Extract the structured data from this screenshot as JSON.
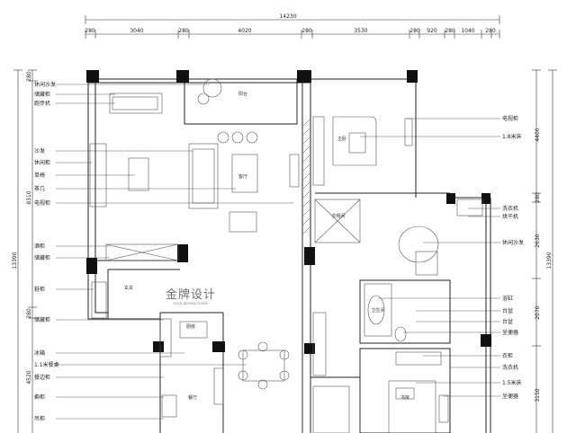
{
  "dimensions": {
    "top_total": "14230",
    "top_segments": [
      "280",
      "3040",
      "280",
      "4020",
      "280",
      "3530",
      "280",
      "920",
      "280",
      "1040",
      "280"
    ],
    "left_segments": [
      "280",
      "8310",
      "280",
      "4520"
    ],
    "left_total": "13390",
    "right_segments": [
      "4400",
      "280",
      "2630",
      "2070",
      "3150"
    ],
    "right_total": "13390"
  },
  "labels_left": [
    "休闲沙发",
    "储藏柜",
    "跑步机",
    "沙发",
    "休闲柜",
    "单椅",
    "茶几",
    "电视柜",
    "酒柜",
    "储藏柜",
    "鞋柜",
    "储藏柜",
    "冰箱",
    "1.1米餐桌",
    "餐边柜",
    "橱柜",
    "吊柜"
  ],
  "labels_right": [
    "电视柜",
    "1.8米床",
    "洗衣机",
    "烘干机",
    "休闲沙发",
    "浴缸",
    "台盆",
    "台盆",
    "坐便器",
    "衣柜",
    "洗衣机",
    "1.5米床",
    "坐便器"
  ],
  "rooms": [
    "阳台",
    "客厅",
    "主卧",
    "衣帽间",
    "卫生间",
    "玄关",
    "厨房",
    "餐厅",
    "书房"
  ],
  "watermark": {
    "title": "金牌设计",
    "sub": "GOLD DESIGN STUDIO"
  }
}
